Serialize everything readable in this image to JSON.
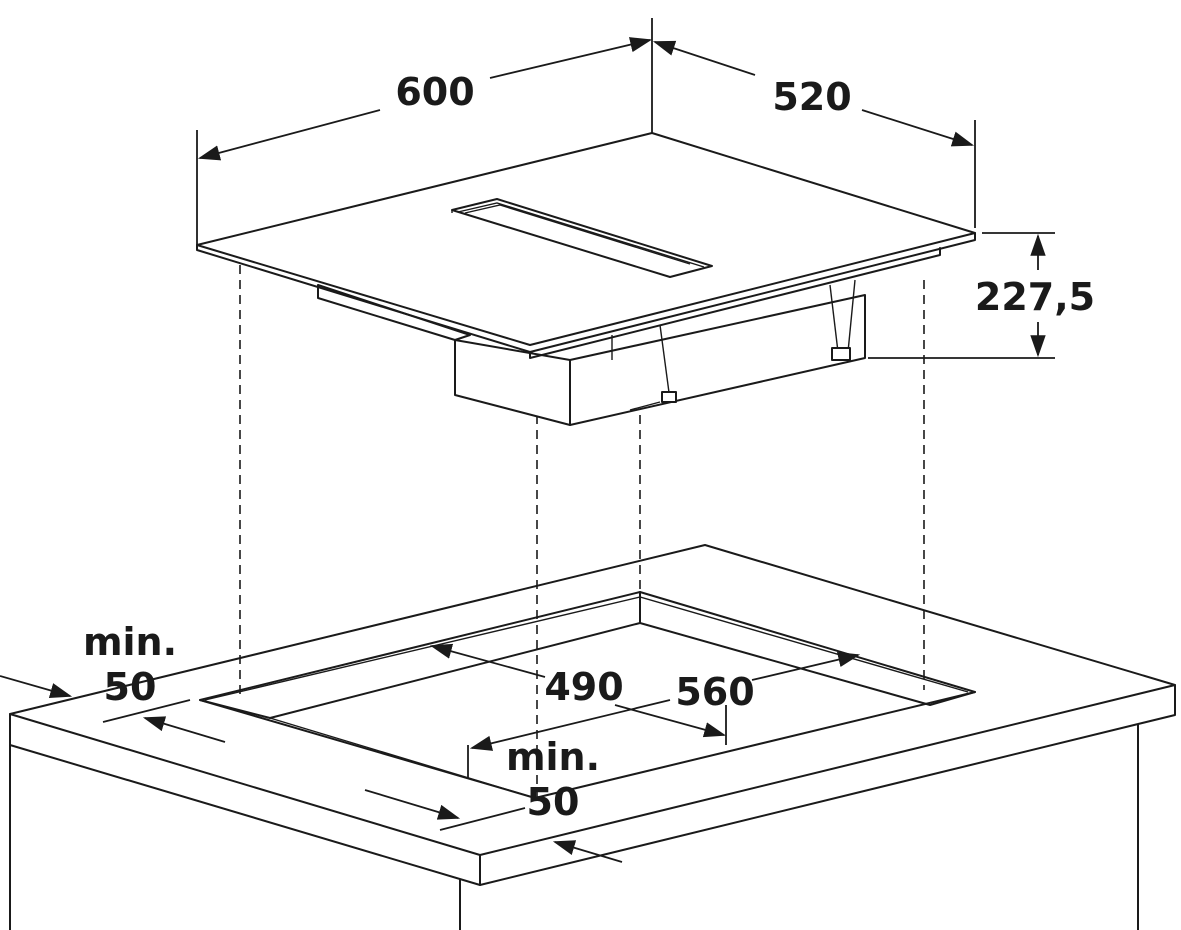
{
  "dimensions": {
    "width": "600",
    "depth": "520",
    "height": "227,5",
    "cutout_depth": "490",
    "cutout_width": "560",
    "margin_left_line1": "min.",
    "margin_left_line2": "50",
    "margin_front_line1": "min.",
    "margin_front_line2": "50"
  },
  "icons": {
    "arrowhead": "arrowhead-icon"
  }
}
